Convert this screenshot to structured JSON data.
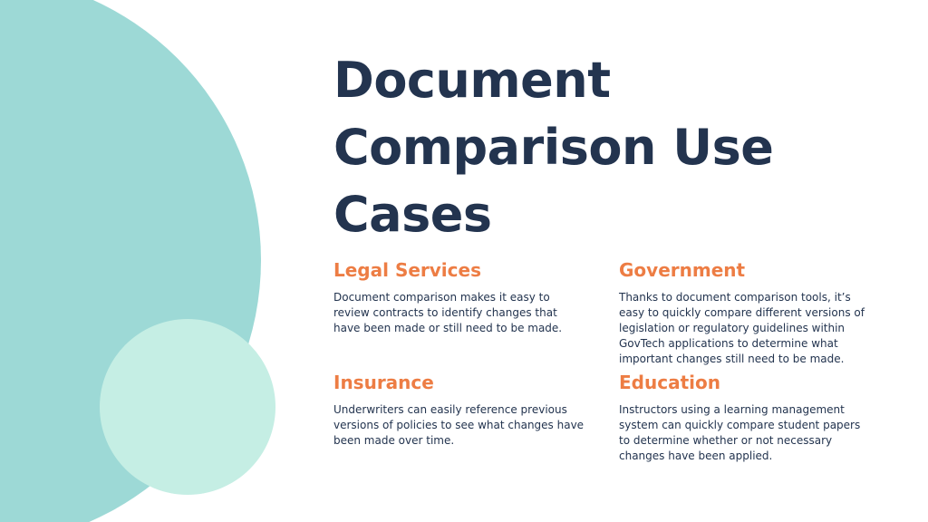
{
  "slide": {
    "title": "Document Comparison Use Cases",
    "use_cases": [
      {
        "heading": "Legal Services",
        "body": "Document comparison makes it easy to review contracts to identify changes that have been made or still need to be made."
      },
      {
        "heading": "Government",
        "body": "Thanks to document comparison tools, it’s easy to quickly compare different versions of legislation or regulatory guidelines within GovTech applications to determine what important changes still need to be made."
      },
      {
        "heading": "Insurance",
        "body": "Underwriters can easily reference previous versions of policies to see what changes have been made over time."
      },
      {
        "heading": "Education",
        "body": "Instructors using a learning management system can quickly compare student papers to determine whether or not necessary changes have been applied."
      }
    ]
  },
  "colors": {
    "title": "#23344f",
    "accent": "#ed7d44",
    "circle_large": "#9dd9d6",
    "circle_small": "#c5eee4",
    "background": "#ffffff"
  }
}
